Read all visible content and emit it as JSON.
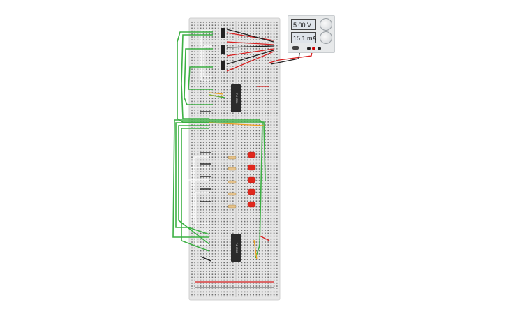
{
  "power_supply": {
    "voltage": "5.00 V",
    "current": "15.1 mA"
  },
  "chips": [
    {
      "label": "74HC08"
    },
    {
      "label": "74HC32"
    }
  ],
  "colors": {
    "breadboard": "#e5e5e5",
    "wire_green": "#3cb043",
    "wire_red": "#d81e1e",
    "wire_black": "#222222",
    "wire_orange": "#f0a020",
    "wire_white": "#ffffff",
    "led_red": "#e0281e",
    "chip": "#2b2b2b"
  }
}
